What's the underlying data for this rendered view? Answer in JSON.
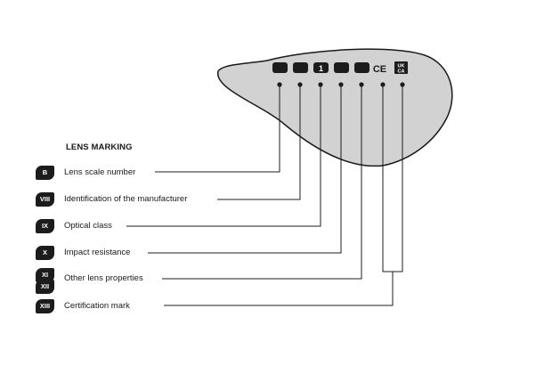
{
  "title": "LENS MARKING",
  "lens": {
    "class_digit": "1",
    "ce_mark": "CE",
    "ukca_top": "UK",
    "ukca_bottom": "CA"
  },
  "items": [
    {
      "badge": "B",
      "label": "Lens scale number"
    },
    {
      "badge": "VIII",
      "label": "Identification of the manufacturer"
    },
    {
      "badge": "IX",
      "label": "Optical class"
    },
    {
      "badge": "X",
      "label": "Impact resistance"
    },
    {
      "badge": "XI",
      "label": "Other lens properties"
    },
    {
      "badge": "XII",
      "label": "Other lens properties"
    },
    {
      "badge": "XIII",
      "label": "Certification mark"
    }
  ],
  "colors": {
    "lens_fill": "#d2d2d2",
    "lens_stroke": "#1a1a1a",
    "mark": "#1c1c1c",
    "badge": "#1c1c1c"
  }
}
